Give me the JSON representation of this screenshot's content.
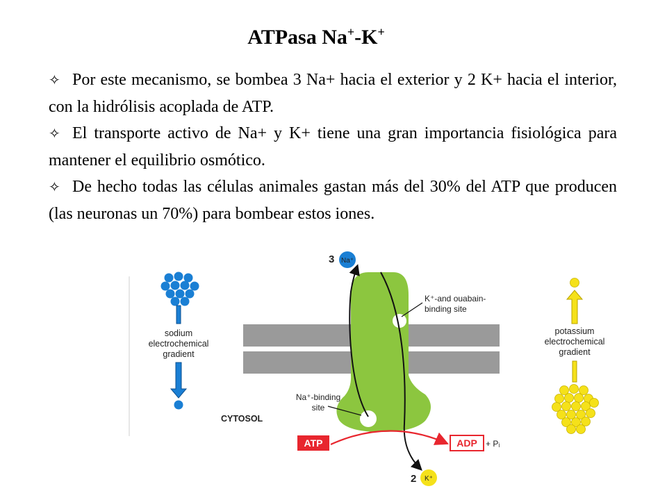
{
  "title": {
    "base": "ATPasa Na",
    "sup1": "+",
    "mid": "-K",
    "sup2": "+"
  },
  "bullets": [
    "Por este mecanismo, se bombea 3 Na+ hacia el exterior y 2 K+ hacia el interior, con la hidrólisis acoplada de ATP.",
    "El transporte activo de Na+ y K+ tiene una gran importancia fisiológica para mantener el equilibrio osmótico.",
    "De hecho todas las células animales gastan más del 30% del ATP que producen (las neuronas un 70%) para bombear estos iones."
  ],
  "diagram": {
    "sodium_gradient": [
      "sodium",
      "electrochemical",
      "gradient"
    ],
    "potassium_gradient": [
      "potassium",
      "electrochemical",
      "gradient"
    ],
    "k_site": [
      "K⁺-and ouabain-",
      "binding site"
    ],
    "na_site": [
      "Na⁺-binding",
      "site"
    ],
    "cytosol": "CYTOSOL",
    "atp": "ATP",
    "adp": "ADP",
    "pi": "+ Pᵢ",
    "na_count": "3",
    "na_ion": "Na⁺",
    "k_count": "2",
    "k_ion": "K⁺"
  },
  "colors": {
    "sodium_blue": "#1a7fd4",
    "potassium_yellow": "#f5e11a",
    "pump_green": "#8cc63f",
    "membrane_gray": "#9a9a9a",
    "atp_red": "#e8262e"
  }
}
